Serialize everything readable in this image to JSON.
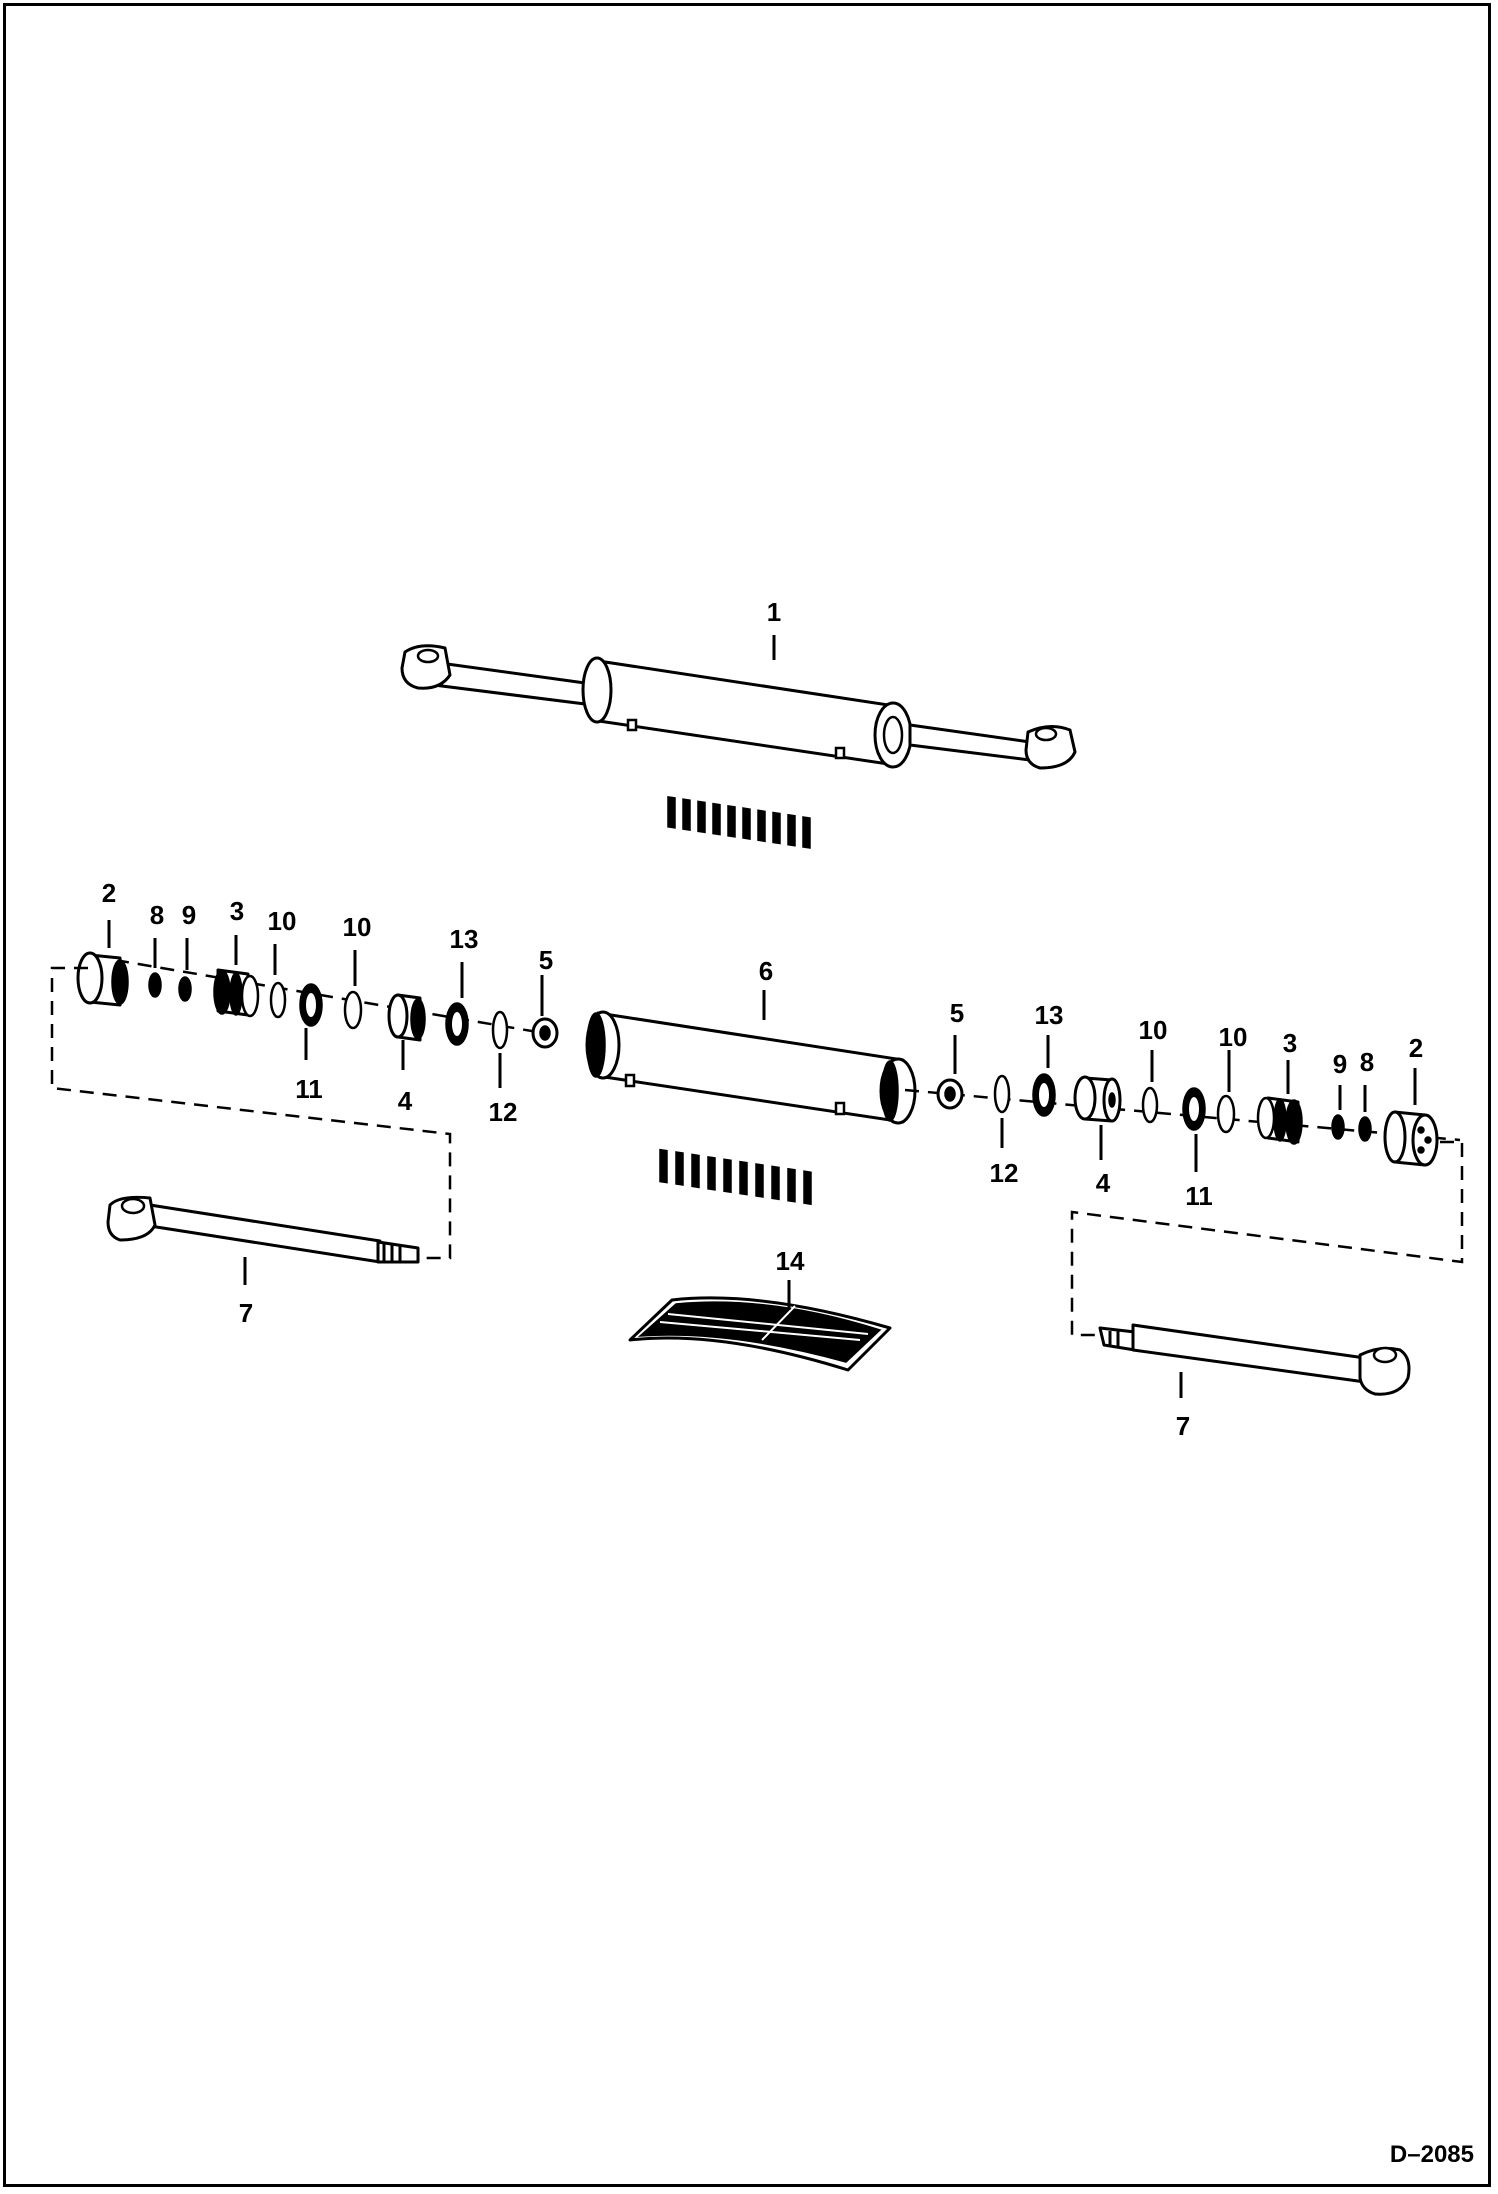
{
  "document": {
    "drawing_id": "D–2085"
  },
  "callouts": {
    "c1": "1",
    "c2a": "2",
    "c8a": "8",
    "c9a": "9",
    "c3a": "3",
    "c10a": "10",
    "c10b": "10",
    "c13a": "13",
    "c5a": "5",
    "c11a": "11",
    "c4a": "4",
    "c12a": "12",
    "c6": "6",
    "c5b": "5",
    "c13b": "13",
    "c10c": "10",
    "c10d": "10",
    "c3b": "3",
    "c9b": "9",
    "c8b": "8",
    "c2b": "2",
    "c12b": "12",
    "c4b": "4",
    "c11b": "11",
    "c7a": "7",
    "c14": "14",
    "c7b": "7"
  }
}
